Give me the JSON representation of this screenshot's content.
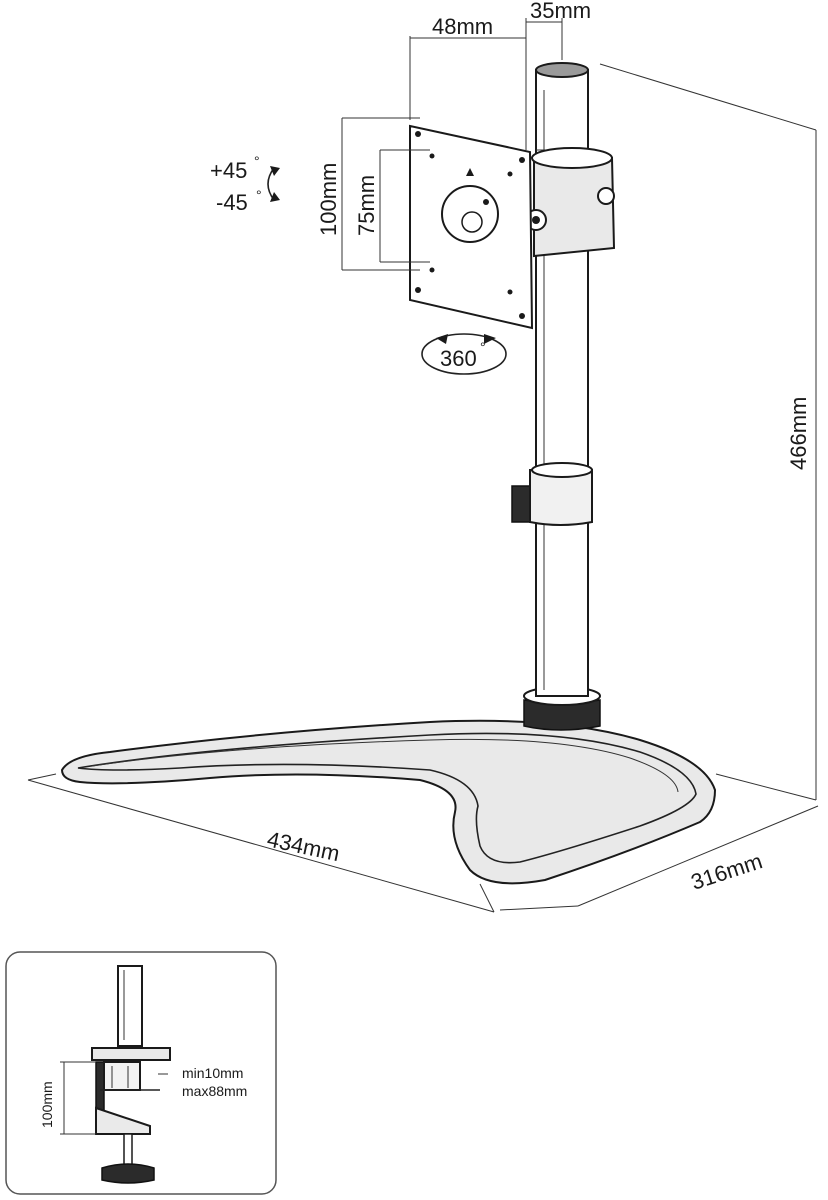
{
  "main_diagram": {
    "dim_plate_offset": "48mm",
    "dim_pole_diameter": "35mm",
    "dim_vesa_outer": "100mm",
    "dim_vesa_inner": "75mm",
    "dim_height": "466mm",
    "dim_base_width": "434mm",
    "dim_base_depth": "316mm",
    "tilt_up": "+45",
    "tilt_down": "-45",
    "rotation": "360",
    "degree_symbol": "°"
  },
  "inset_clamp": {
    "dim_clamp_height": "100mm",
    "range_min": "min10mm",
    "range_max": "max88mm"
  }
}
